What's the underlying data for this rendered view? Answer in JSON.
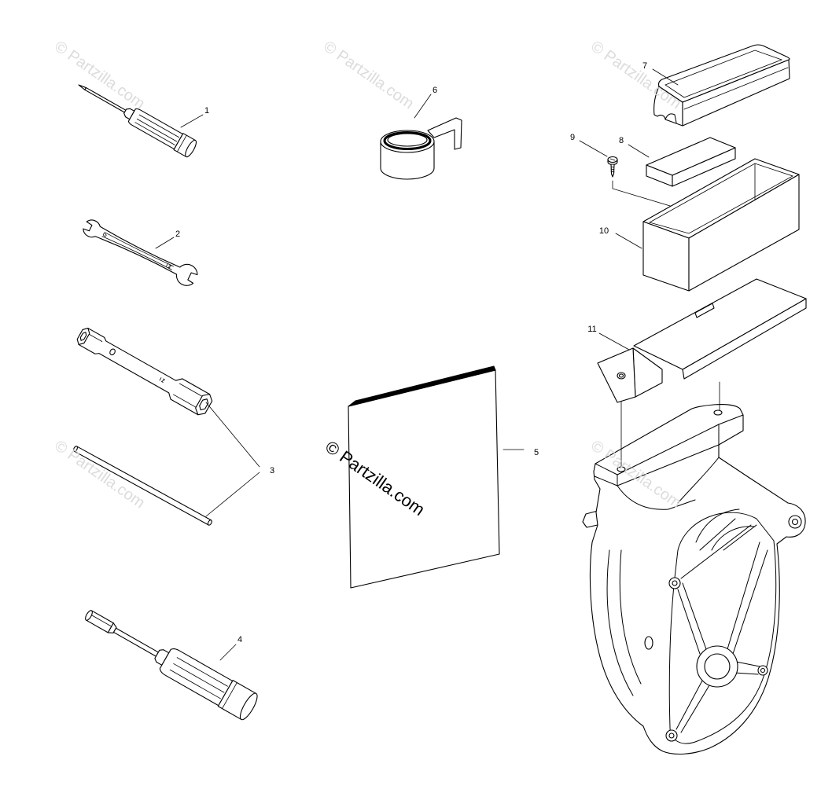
{
  "diagram": {
    "callouts": [
      "1",
      "2",
      "3",
      "4",
      "5",
      "6",
      "7",
      "8",
      "9",
      "10",
      "11"
    ],
    "watermark": "© Partzilla.com"
  },
  "colors": {
    "background": "#ffffff",
    "line": "#000000",
    "watermark_faint": "#d9d9d9",
    "watermark_main": "#000000"
  }
}
